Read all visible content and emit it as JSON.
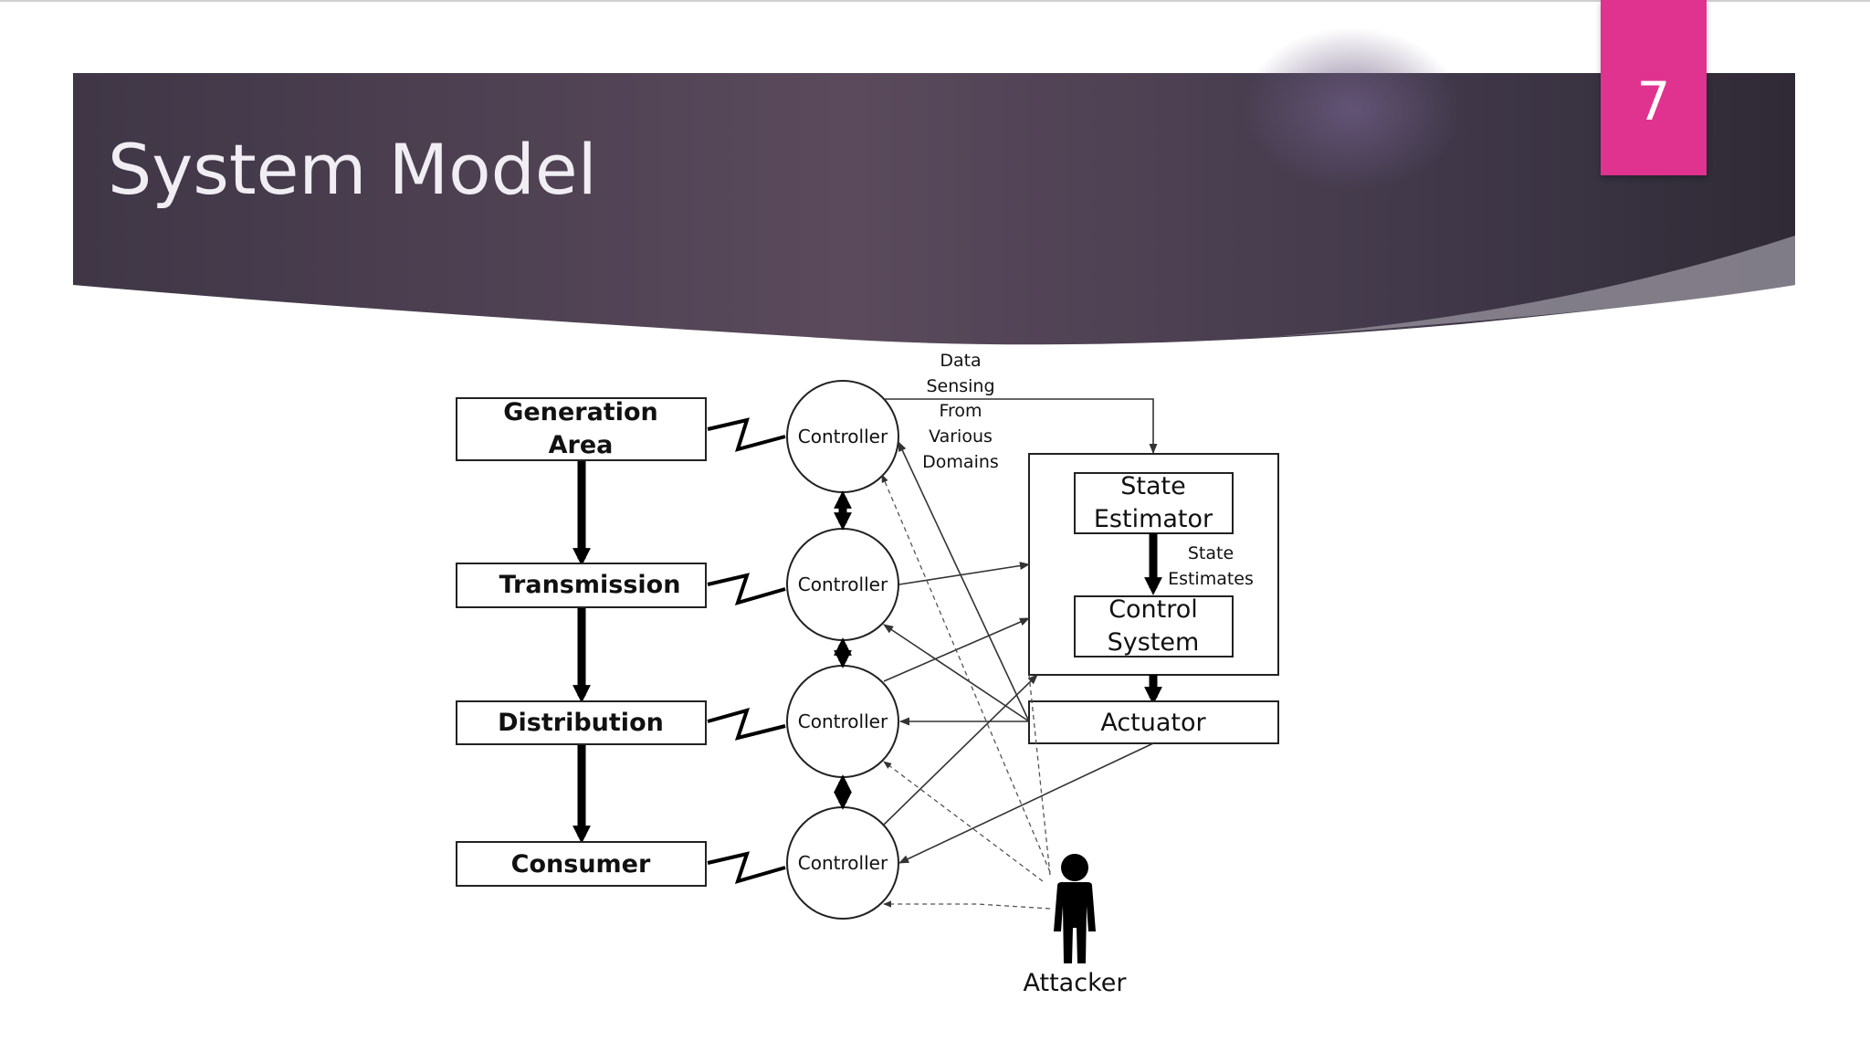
{
  "slide": {
    "title": "System Model",
    "page_number": "7",
    "colors": {
      "header_band": "#463a4c",
      "page_badge": "#e0338f",
      "title_text": "#f0eef3"
    }
  },
  "diagram": {
    "grid_elements": [
      {
        "label_lines": [
          "Generation",
          "Area"
        ]
      },
      {
        "label_lines": [
          "Transmission"
        ]
      },
      {
        "label_lines": [
          "Distribution"
        ]
      },
      {
        "label_lines": [
          "Consumer"
        ]
      }
    ],
    "controllers": [
      "Controller",
      "Controller",
      "Controller",
      "Controller"
    ],
    "data_sensing_lines": [
      "Data",
      "Sensing",
      "From",
      "Various",
      "Domains"
    ],
    "state_estimator_lines": [
      "State",
      "Estimator"
    ],
    "state_estimates_lines": [
      "State",
      "Estimates"
    ],
    "control_system_lines": [
      "Control",
      "System"
    ],
    "actuator": "Actuator",
    "attacker": "Attacker",
    "attacker_icon": "person-icon"
  }
}
